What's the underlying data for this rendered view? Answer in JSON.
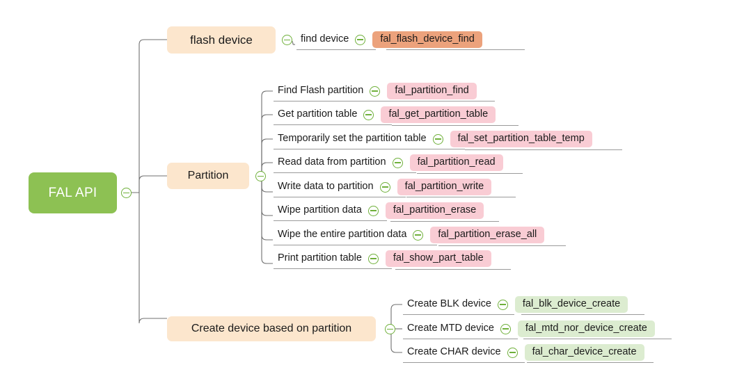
{
  "diagram": {
    "type": "mind-map",
    "title": "FAL API",
    "root": {
      "label": "FAL API",
      "color": "#8dc153",
      "text_color": "#ffffff"
    },
    "toggle_icon": "collapse-minus-circle-icon",
    "branch_color": "#fce6cd",
    "pill_colors": {
      "orange": "#eca27c",
      "pink": "#f9ccd4",
      "green": "#dcecd0"
    },
    "branches": [
      {
        "label": "flash device",
        "children": [
          {
            "label": "find device",
            "api": "fal_flash_device_find",
            "pill": "orange"
          }
        ]
      },
      {
        "label": "Partition",
        "children": [
          {
            "label": "Find Flash partition",
            "api": "fal_partition_find",
            "pill": "pink"
          },
          {
            "label": "Get partition table",
            "api": "fal_get_partition_table",
            "pill": "pink"
          },
          {
            "label": "Temporarily set the partition table",
            "api": "fal_set_partition_table_temp",
            "pill": "pink"
          },
          {
            "label": "Read data from partition",
            "api": "fal_partition_read",
            "pill": "pink"
          },
          {
            "label": "Write data to partition",
            "api": "fal_partition_write",
            "pill": "pink"
          },
          {
            "label": "Wipe partition data",
            "api": "fal_partition_erase",
            "pill": "pink"
          },
          {
            "label": "Wipe the entire partition data",
            "api": "fal_partition_erase_all",
            "pill": "pink"
          },
          {
            "label": "Print partition table",
            "api": "fal_show_part_table",
            "pill": "pink"
          }
        ]
      },
      {
        "label": "Create device based on partition",
        "children": [
          {
            "label": "Create BLK device",
            "api": "fal_blk_device_create",
            "pill": "green"
          },
          {
            "label": "Create MTD device",
            "api": "fal_mtd_nor_device_create",
            "pill": "green"
          },
          {
            "label": "Create CHAR device",
            "api": "fal_char_device_create",
            "pill": "green"
          }
        ]
      }
    ]
  }
}
